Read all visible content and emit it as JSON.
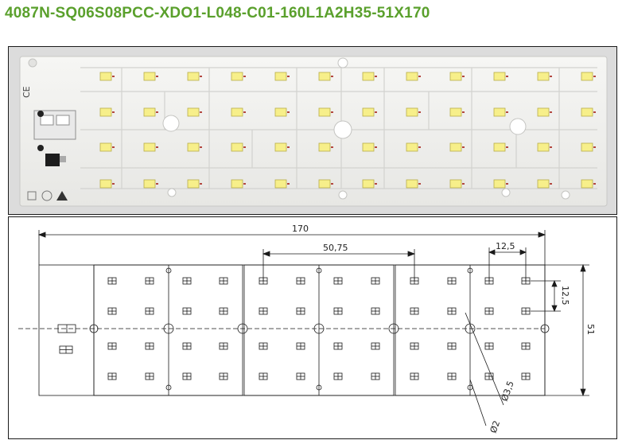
{
  "title": "4087N-SQ06S08PCC-XDO1-L048-C01-160L1A2H35-51X170",
  "photo": {
    "led_rows": 4,
    "led_columns": 12,
    "marking_ce": "CE",
    "board_color": "#f1f1ef",
    "led_color": "#f7ef8a",
    "connector_color": "#e9e9e9"
  },
  "drawing": {
    "dim_length": "170",
    "dim_spacing_x": "50,75",
    "dim_pitch_x": "12,5",
    "dim_pitch_y": "12,5",
    "dim_width": "51",
    "dim_hole_large": "Ø3,5",
    "dim_hole_small": "Ø2",
    "led_rows": 4,
    "led_columns": 12
  },
  "colors": {
    "title": "#5aa02c",
    "line": "#1a1a1a"
  }
}
